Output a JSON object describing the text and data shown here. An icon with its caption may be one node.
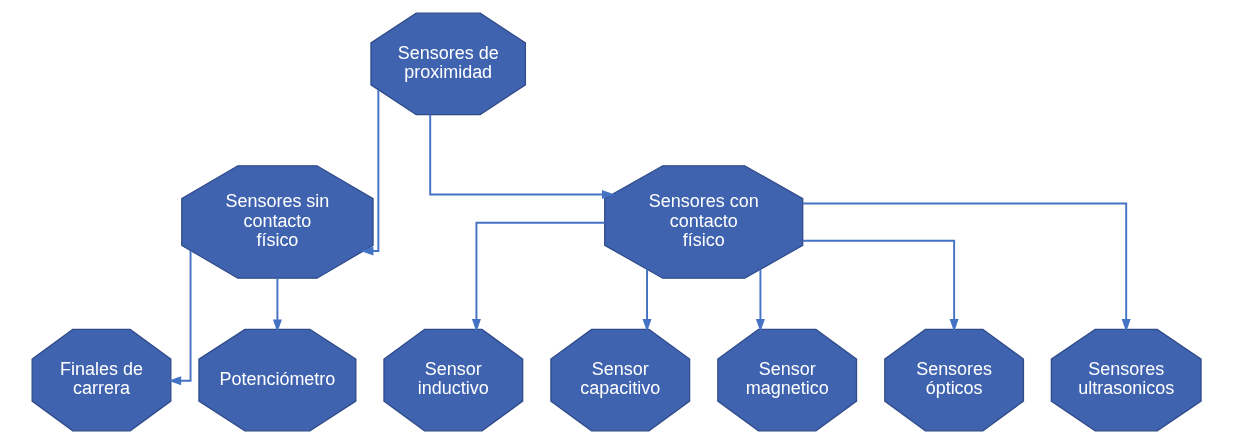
{
  "diagram": {
    "nodes": [
      {
        "text": [
          "Sensores de proximidad"
        ]
      },
      {
        "text": [
          "Sensores sin contacto físico"
        ]
      },
      {
        "text": [
          "Sensores con contacto físico"
        ]
      },
      {
        "text": [
          "Finales de carrera"
        ]
      },
      {
        "text": [
          "Potenciómetro"
        ]
      },
      {
        "text": [
          "Sensor inductivo"
        ]
      },
      {
        "text": [
          "Sensor capacitivo"
        ]
      },
      {
        "text": [
          "Sensor magnetico"
        ]
      },
      {
        "text": [
          "Sensores ópticos"
        ]
      },
      {
        "text": [
          "Sensores ultrasonicos"
        ]
      }
    ],
    "edges": [
      {
        "from": 0,
        "to": 1,
        "arrow": "to"
      },
      {
        "from": 0,
        "to": 2,
        "arrow": "to"
      },
      {
        "from": 1,
        "to": 3,
        "arrow": "to"
      },
      {
        "from": 1,
        "to": 4,
        "arrow": "to"
      },
      {
        "from": 2,
        "to": 5,
        "arrow": "to"
      },
      {
        "from": 2,
        "to": 6,
        "arrow": "to"
      },
      {
        "from": 2,
        "to": 7,
        "arrow": "to"
      },
      {
        "from": 2,
        "to": 8,
        "arrow": "to"
      },
      {
        "from": 2,
        "to": 9,
        "arrow": "to"
      }
    ]
  }
}
